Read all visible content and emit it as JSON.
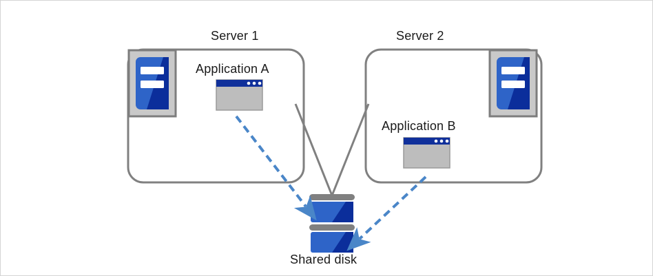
{
  "diagram": {
    "title_alt": "Shared disk cluster with two servers",
    "nodes": {
      "server1": {
        "label": "Server 1",
        "app_label": "Application A",
        "server_icon_name": "server-icon",
        "app_icon_name": "application-window-icon"
      },
      "server2": {
        "label": "Server 2",
        "app_label": "Application B",
        "server_icon_name": "server-icon",
        "app_icon_name": "application-window-icon"
      },
      "storage": {
        "label": "Shared disk",
        "icon_name": "disk-stack-icon",
        "platters": 2
      }
    },
    "connectors": {
      "server1_to_disk": {
        "style": "solid",
        "color": "#808080"
      },
      "server2_to_disk": {
        "style": "solid",
        "color": "#808080"
      },
      "app_a_to_disk": {
        "style": "dashed",
        "color": "#4A86C8",
        "arrow": "end"
      },
      "app_b_to_disk": {
        "style": "dashed",
        "color": "#4A86C8",
        "arrow": "end"
      }
    },
    "colors": {
      "box_stroke": "#808080",
      "canvas_border": "#d4d4d4",
      "background": "#ffffff",
      "icon_blue_light": "#2E64C8",
      "icon_blue_dark": "#0B2E9B",
      "icon_frame_gray": "#c9c9c9",
      "icon_frame_stroke": "#7d7d7d",
      "window_titlebar": "#10309B",
      "window_body": "#bdbdbd",
      "disk_bar_gray": "#808080",
      "dashed_arrow": "#4A86C8",
      "text": "#1a1a1a"
    }
  }
}
